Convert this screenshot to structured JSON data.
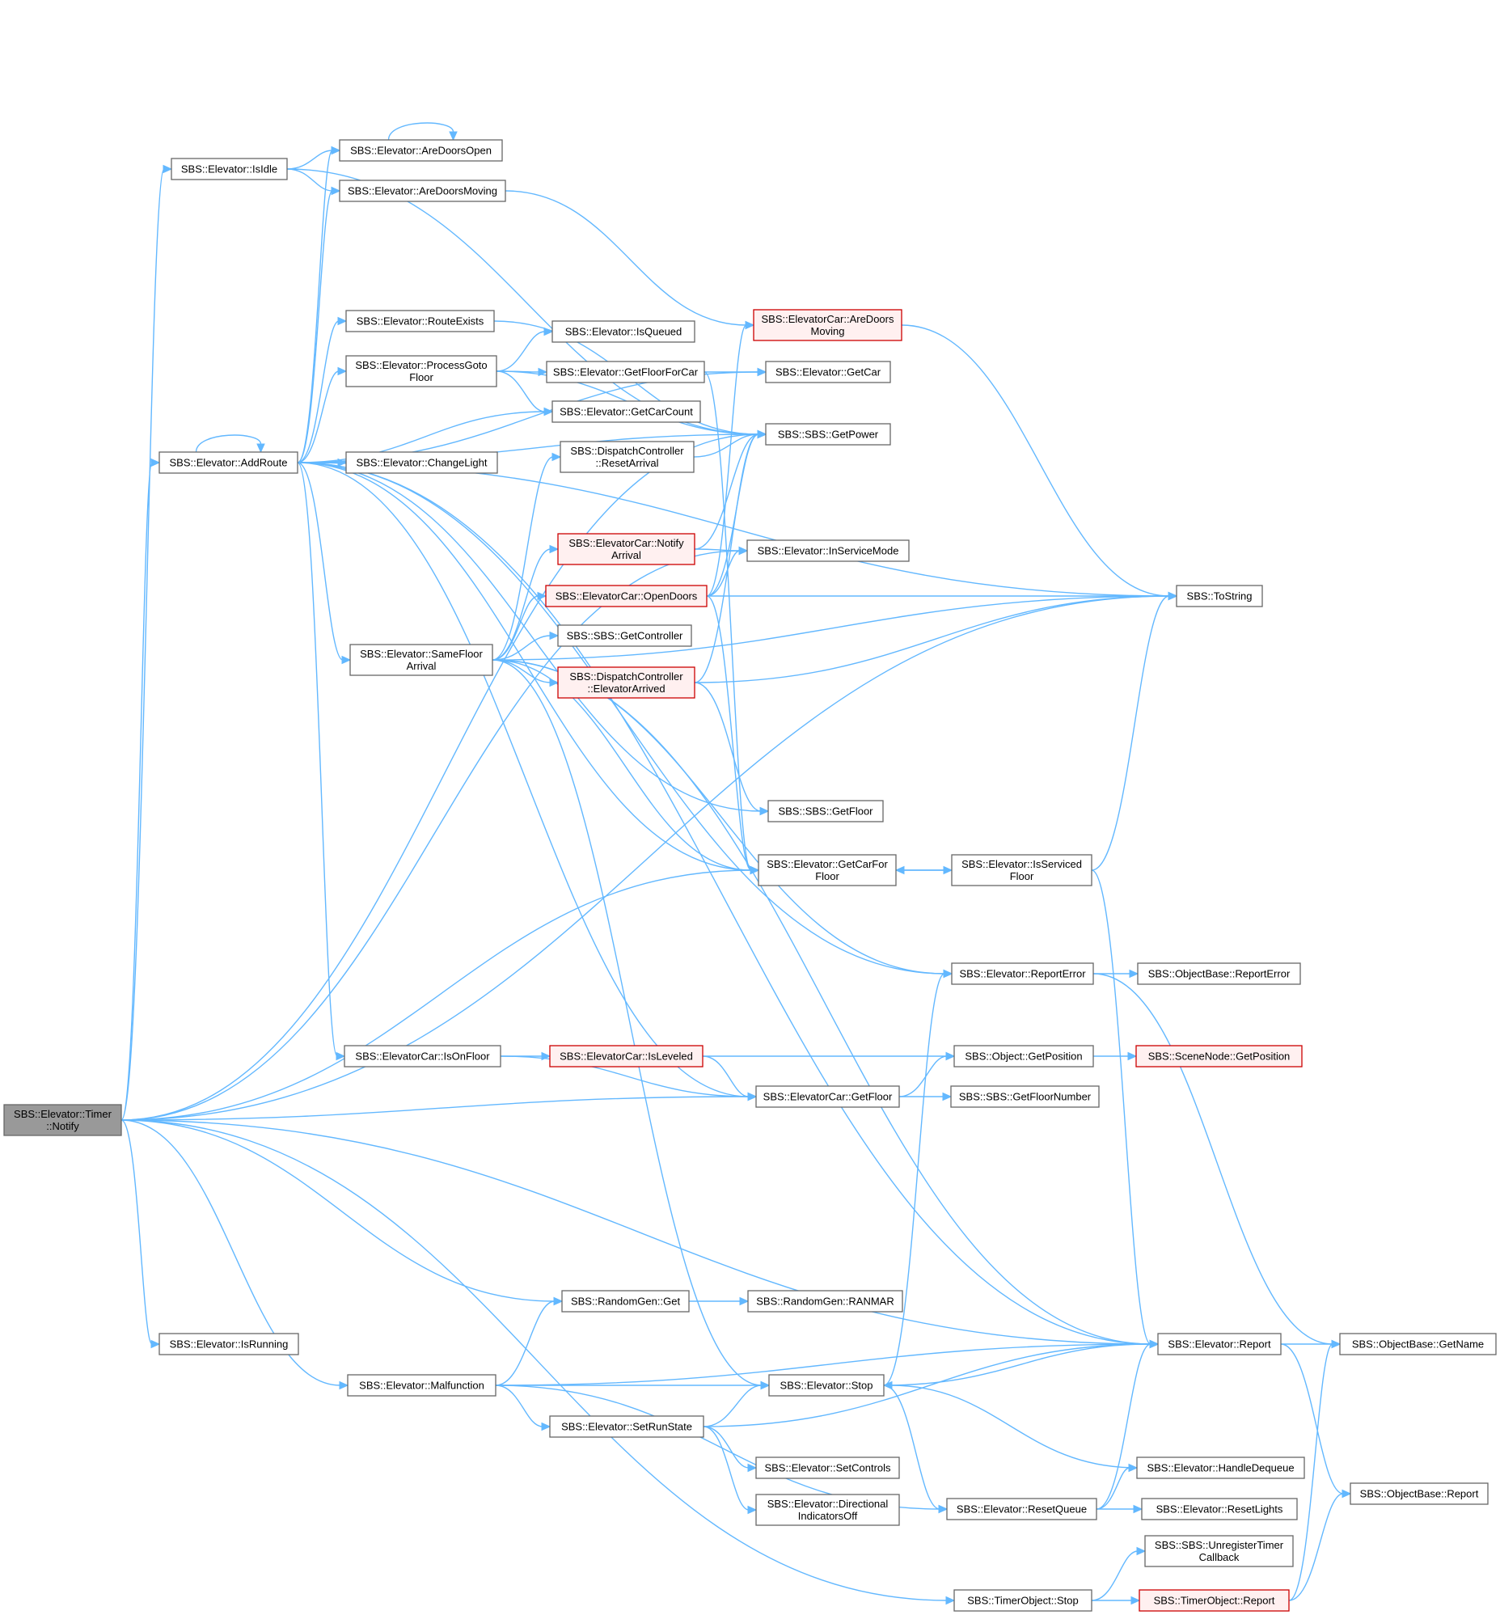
{
  "nodes": {
    "timer_notify": {
      "lines": [
        "SBS::Elevator::Timer",
        "::Notify"
      ],
      "style": "root"
    },
    "isidle": {
      "lines": [
        "SBS::Elevator::IsIdle"
      ]
    },
    "aredoorsopen": {
      "lines": [
        "SBS::Elevator::AreDoorsOpen"
      ]
    },
    "aredoorsmoving": {
      "lines": [
        "SBS::Elevator::AreDoorsMoving"
      ]
    },
    "routeexists": {
      "lines": [
        "SBS::Elevator::RouteExists"
      ]
    },
    "processgotofloor": {
      "lines": [
        "SBS::Elevator::ProcessGoto",
        "Floor"
      ]
    },
    "addroute": {
      "lines": [
        "SBS::Elevator::AddRoute"
      ]
    },
    "changelight": {
      "lines": [
        "SBS::Elevator::ChangeLight"
      ]
    },
    "isqueued": {
      "lines": [
        "SBS::Elevator::IsQueued"
      ]
    },
    "getfloorforcar": {
      "lines": [
        "SBS::Elevator::GetFloorForCar"
      ]
    },
    "getcarcount": {
      "lines": [
        "SBS::Elevator::GetCarCount"
      ]
    },
    "resetarrival": {
      "lines": [
        "SBS::DispatchController",
        "::ResetArrival"
      ]
    },
    "car_aredoorsmoving": {
      "lines": [
        "SBS::ElevatorCar::AreDoors",
        "Moving"
      ],
      "style": "red"
    },
    "getcar": {
      "lines": [
        "SBS::Elevator::GetCar"
      ]
    },
    "getpower": {
      "lines": [
        "SBS::SBS::GetPower"
      ]
    },
    "notifyarrival": {
      "lines": [
        "SBS::ElevatorCar::Notify",
        "Arrival"
      ],
      "style": "red"
    },
    "inservicemode": {
      "lines": [
        "SBS::Elevator::InServiceMode"
      ]
    },
    "opendoors": {
      "lines": [
        "SBS::ElevatorCar::OpenDoors"
      ],
      "style": "red"
    },
    "tostring": {
      "lines": [
        "SBS::ToString"
      ]
    },
    "samefloorarrival": {
      "lines": [
        "SBS::Elevator::SameFloor",
        "Arrival"
      ]
    },
    "getcontroller": {
      "lines": [
        "SBS::SBS::GetController"
      ]
    },
    "elevatorarrived": {
      "lines": [
        "SBS::DispatchController",
        "::ElevatorArrived"
      ],
      "style": "red"
    },
    "sbs_getfloor": {
      "lines": [
        "SBS::SBS::GetFloor"
      ]
    },
    "getcarforfloor": {
      "lines": [
        "SBS::Elevator::GetCarFor",
        "Floor"
      ]
    },
    "isservicedfloor": {
      "lines": [
        "SBS::Elevator::IsServiced",
        "Floor"
      ]
    },
    "reporterror": {
      "lines": [
        "SBS::Elevator::ReportError"
      ]
    },
    "objbase_reporterror": {
      "lines": [
        "SBS::ObjectBase::ReportError"
      ]
    },
    "isonfloor": {
      "lines": [
        "SBS::ElevatorCar::IsOnFloor"
      ]
    },
    "isleveled": {
      "lines": [
        "SBS::ElevatorCar::IsLeveled"
      ],
      "style": "red"
    },
    "object_getposition": {
      "lines": [
        "SBS::Object::GetPosition"
      ]
    },
    "scenenode_getposition": {
      "lines": [
        "SBS::SceneNode::GetPosition"
      ],
      "style": "red"
    },
    "car_getfloor": {
      "lines": [
        "SBS::ElevatorCar::GetFloor"
      ]
    },
    "getfloornumber": {
      "lines": [
        "SBS::SBS::GetFloorNumber"
      ]
    },
    "randomgen_get": {
      "lines": [
        "SBS::RandomGen::Get"
      ]
    },
    "ranmar": {
      "lines": [
        "SBS::RandomGen::RANMAR"
      ]
    },
    "isrunning": {
      "lines": [
        "SBS::Elevator::IsRunning"
      ]
    },
    "elev_report": {
      "lines": [
        "SBS::Elevator::Report"
      ]
    },
    "getname": {
      "lines": [
        "SBS::ObjectBase::GetName"
      ]
    },
    "malfunction": {
      "lines": [
        "SBS::Elevator::Malfunction"
      ]
    },
    "elev_stop": {
      "lines": [
        "SBS::Elevator::Stop"
      ]
    },
    "setrunstate": {
      "lines": [
        "SBS::Elevator::SetRunState"
      ]
    },
    "setcontrols": {
      "lines": [
        "SBS::Elevator::SetControls"
      ]
    },
    "handledequeue": {
      "lines": [
        "SBS::Elevator::HandleDequeue"
      ]
    },
    "objbase_report": {
      "lines": [
        "SBS::ObjectBase::Report"
      ]
    },
    "directionalindicatorsoff": {
      "lines": [
        "SBS::Elevator::Directional",
        "IndicatorsOff"
      ]
    },
    "resetqueue": {
      "lines": [
        "SBS::Elevator::ResetQueue"
      ]
    },
    "resetlights": {
      "lines": [
        "SBS::Elevator::ResetLights"
      ]
    },
    "unregistertimer": {
      "lines": [
        "SBS::SBS::UnregisterTimer",
        "Callback"
      ]
    },
    "timerobject_stop": {
      "lines": [
        "SBS::TimerObject::Stop"
      ]
    },
    "timerobject_report": {
      "lines": [
        "SBS::TimerObject::Report"
      ],
      "style": "red"
    }
  },
  "edges": [
    [
      "timer_notify",
      "tostring"
    ],
    [
      "timer_notify",
      "getpower"
    ],
    [
      "timer_notify",
      "isidle"
    ],
    [
      "timer_notify",
      "addroute"
    ],
    [
      "timer_notify",
      "inservicemode"
    ],
    [
      "timer_notify",
      "getcarforfloor"
    ],
    [
      "timer_notify",
      "car_getfloor"
    ],
    [
      "timer_notify",
      "elev_report"
    ],
    [
      "timer_notify",
      "randomgen_get"
    ],
    [
      "timer_notify",
      "isrunning"
    ],
    [
      "timer_notify",
      "malfunction"
    ],
    [
      "timer_notify",
      "timerobject_stop"
    ],
    [
      "isidle",
      "aredoorsopen"
    ],
    [
      "isidle",
      "aredoorsmoving"
    ],
    [
      "isidle",
      "getpower"
    ],
    [
      "aredoorsopen",
      "aredoorsopen"
    ],
    [
      "aredoorsmoving",
      "car_aredoorsmoving"
    ],
    [
      "addroute",
      "addroute"
    ],
    [
      "addroute",
      "aredoorsopen"
    ],
    [
      "addroute",
      "aredoorsmoving"
    ],
    [
      "addroute",
      "tostring"
    ],
    [
      "addroute",
      "getcar"
    ],
    [
      "addroute",
      "getpower"
    ],
    [
      "addroute",
      "routeexists"
    ],
    [
      "addroute",
      "processgotofloor"
    ],
    [
      "addroute",
      "getcarcount"
    ],
    [
      "addroute",
      "changelight"
    ],
    [
      "addroute",
      "samefloorarrival"
    ],
    [
      "addroute",
      "sbs_getfloor"
    ],
    [
      "addroute",
      "getcarforfloor"
    ],
    [
      "addroute",
      "reporterror"
    ],
    [
      "addroute",
      "isonfloor"
    ],
    [
      "addroute",
      "car_getfloor"
    ],
    [
      "addroute",
      "elev_report"
    ],
    [
      "routeexists",
      "getpower"
    ],
    [
      "processgotofloor",
      "getpower"
    ],
    [
      "processgotofloor",
      "isqueued"
    ],
    [
      "processgotofloor",
      "getfloorforcar"
    ],
    [
      "processgotofloor",
      "getcarcount"
    ],
    [
      "getfloorforcar",
      "getcar"
    ],
    [
      "getfloorforcar",
      "getcarforfloor"
    ],
    [
      "resetarrival",
      "getpower"
    ],
    [
      "car_aredoorsmoving",
      "tostring"
    ],
    [
      "samefloorarrival",
      "resetarrival"
    ],
    [
      "samefloorarrival",
      "notifyarrival"
    ],
    [
      "samefloorarrival",
      "opendoors"
    ],
    [
      "samefloorarrival",
      "getcontroller"
    ],
    [
      "samefloorarrival",
      "elevatorarrived"
    ],
    [
      "samefloorarrival",
      "tostring"
    ],
    [
      "samefloorarrival",
      "getcarforfloor"
    ],
    [
      "samefloorarrival",
      "reporterror"
    ],
    [
      "samefloorarrival",
      "elev_stop"
    ],
    [
      "samefloorarrival",
      "elev_report"
    ],
    [
      "notifyarrival",
      "getpower"
    ],
    [
      "notifyarrival",
      "inservicemode"
    ],
    [
      "opendoors",
      "car_aredoorsmoving"
    ],
    [
      "opendoors",
      "getpower"
    ],
    [
      "opendoors",
      "inservicemode"
    ],
    [
      "opendoors",
      "tostring"
    ],
    [
      "opendoors",
      "getcarforfloor"
    ],
    [
      "elevatorarrived",
      "getpower"
    ],
    [
      "elevatorarrived",
      "tostring"
    ],
    [
      "elevatorarrived",
      "sbs_getfloor"
    ],
    [
      "getcarforfloor",
      "isservicedfloor"
    ],
    [
      "isservicedfloor",
      "getcarforfloor"
    ],
    [
      "isservicedfloor",
      "tostring"
    ],
    [
      "isservicedfloor",
      "elev_report"
    ],
    [
      "reporterror",
      "objbase_reporterror"
    ],
    [
      "reporterror",
      "getname"
    ],
    [
      "isonfloor",
      "isleveled"
    ],
    [
      "isonfloor",
      "car_getfloor"
    ],
    [
      "isleveled",
      "object_getposition"
    ],
    [
      "isleveled",
      "car_getfloor"
    ],
    [
      "object_getposition",
      "scenenode_getposition"
    ],
    [
      "car_getfloor",
      "object_getposition"
    ],
    [
      "car_getfloor",
      "getfloornumber"
    ],
    [
      "randomgen_get",
      "ranmar"
    ],
    [
      "elev_report",
      "getname"
    ],
    [
      "elev_report",
      "objbase_report"
    ],
    [
      "malfunction",
      "randomgen_get"
    ],
    [
      "malfunction",
      "elev_report"
    ],
    [
      "malfunction",
      "elev_stop"
    ],
    [
      "malfunction",
      "setrunstate"
    ],
    [
      "malfunction",
      "resetqueue"
    ],
    [
      "elev_stop",
      "reporterror"
    ],
    [
      "elev_stop",
      "elev_report"
    ],
    [
      "elev_stop",
      "resetqueue"
    ],
    [
      "setrunstate",
      "elev_stop"
    ],
    [
      "setrunstate",
      "elev_report"
    ],
    [
      "setrunstate",
      "setcontrols"
    ],
    [
      "setrunstate",
      "directionalindicatorsoff"
    ],
    [
      "handledequeue",
      "elev_stop"
    ],
    [
      "resetqueue",
      "elev_report"
    ],
    [
      "resetqueue",
      "handledequeue"
    ],
    [
      "resetqueue",
      "resetlights"
    ],
    [
      "timerobject_stop",
      "unregistertimer"
    ],
    [
      "timerobject_stop",
      "timerobject_report"
    ],
    [
      "timerobject_report",
      "getname"
    ],
    [
      "timerobject_report",
      "objbase_report"
    ]
  ]
}
